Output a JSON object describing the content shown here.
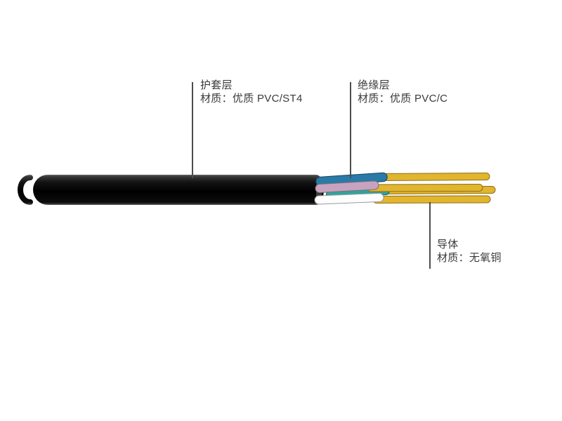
{
  "diagram": {
    "type": "cable-structure-diagram",
    "labels": {
      "sheath": {
        "title": "护套层",
        "material": "材质：优质 PVC/ST4"
      },
      "insulation": {
        "title": "绝缘层",
        "material": "材质：优质 PVC/C"
      },
      "conductor": {
        "title": "导体",
        "material": "材质：无氧铜"
      }
    },
    "colors": {
      "background": "#ffffff",
      "sheath_black": "#0d0d0d",
      "sheath_cut_interior": "#3f3f3f",
      "insulation_blue": "#2a7aa8",
      "insulation_pink": "#c8a3bf",
      "insulation_teal": "#2ea49b",
      "insulation_white": "#fdfdfd",
      "conductor_yellow": "#e2b52f",
      "conductor_outline": "#8e6f12",
      "leader_line": "#4d4d4d",
      "label_text": "#3a3a3a"
    }
  }
}
